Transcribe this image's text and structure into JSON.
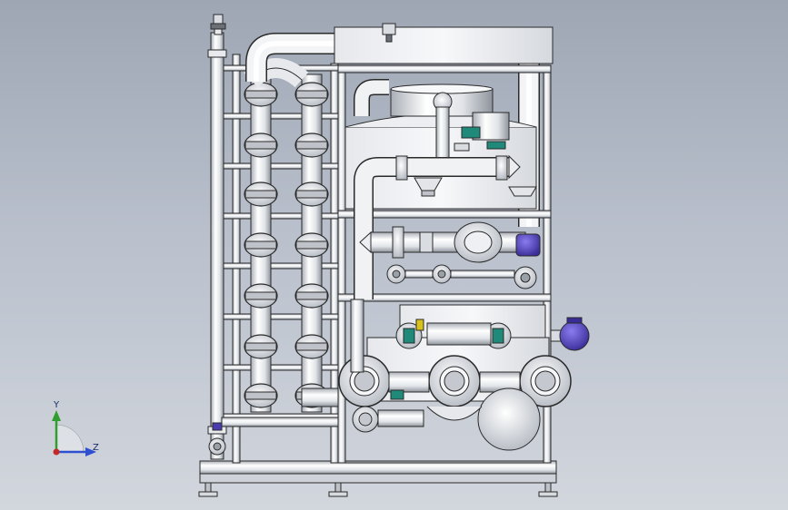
{
  "view": {
    "type": "cad-3d-model-viewport",
    "background_top": "#9ea6b4",
    "background_bottom": "#d2d6dd"
  },
  "colors": {
    "metal_light": "#f2f3f5",
    "metal_mid": "#d9dce1",
    "metal_dark": "#9aa0a8",
    "edge": "#2a2a2a",
    "valve_purple": "#4b3bb0",
    "valve_teal": "#1f8a7a",
    "valve_yellow": "#d8c21a",
    "axis_y": "#2f9e2f",
    "axis_z": "#2f4fd1",
    "axis_origin": "#c62828"
  },
  "triad": {
    "y_label": "Y",
    "z_label": "Z"
  }
}
